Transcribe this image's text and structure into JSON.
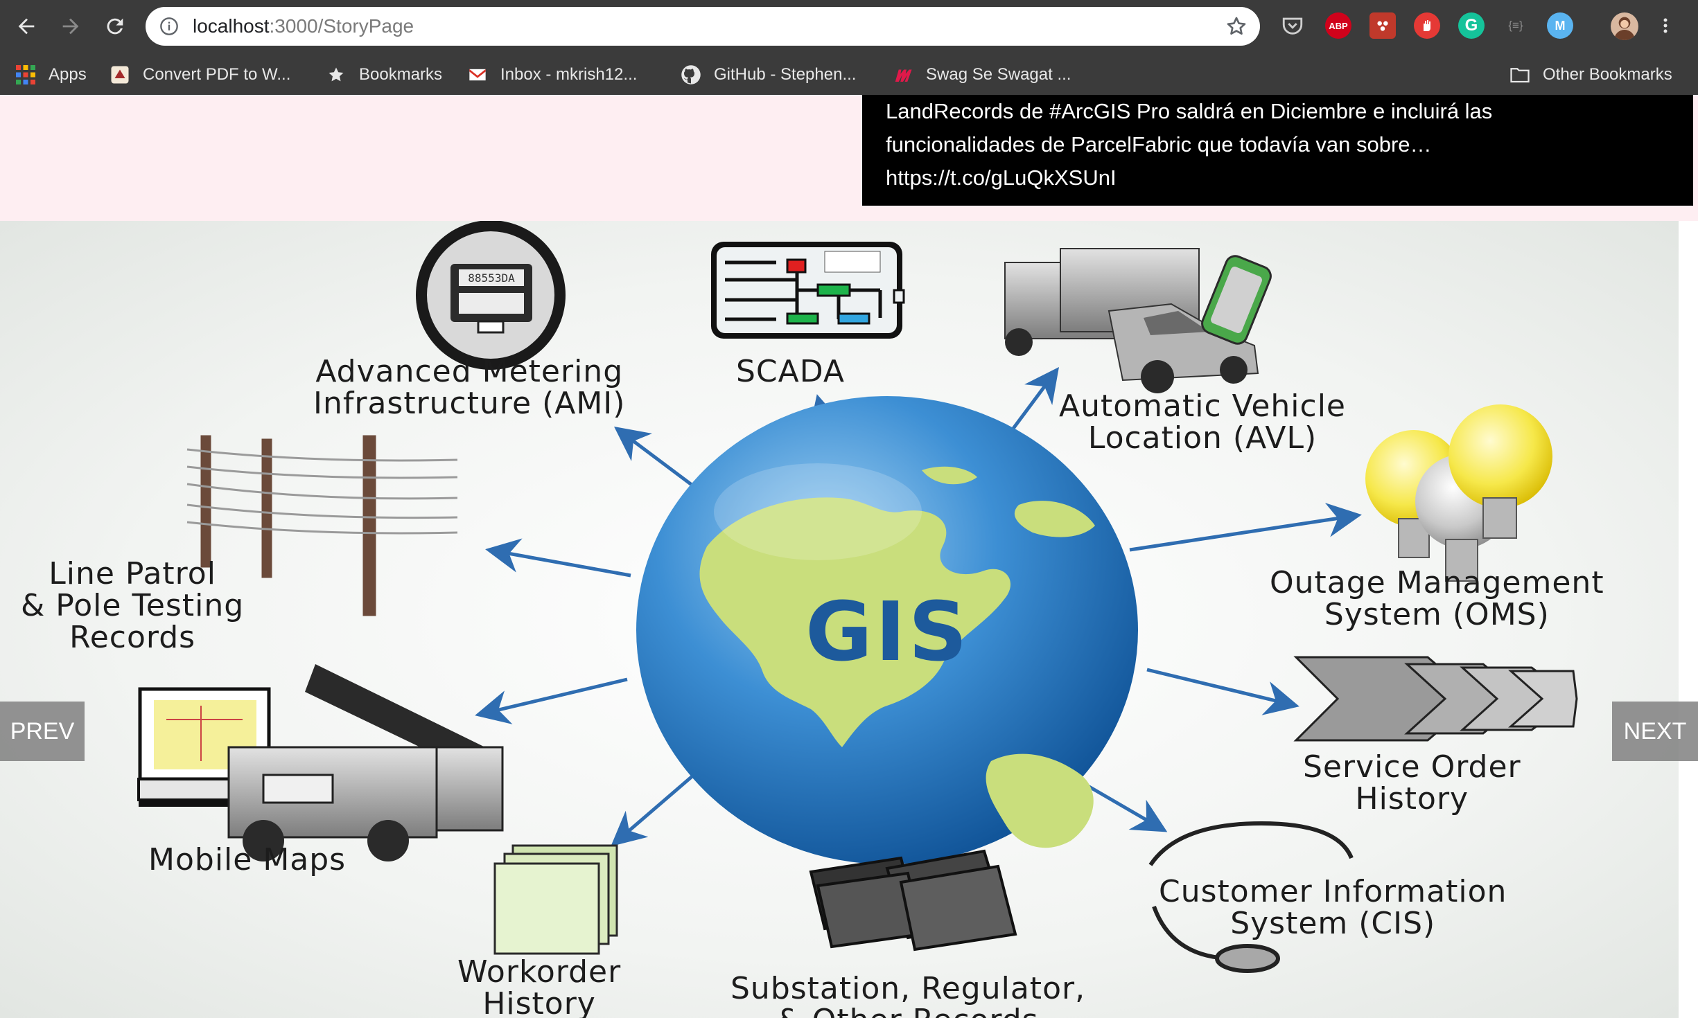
{
  "browser": {
    "url_host": "localhost",
    "url_path": ":3000/StoryPage",
    "bookmarks": [
      {
        "label": "Apps"
      },
      {
        "label": "Convert PDF to W..."
      },
      {
        "label": "Bookmarks"
      },
      {
        "label": "Inbox - mkrish12..."
      },
      {
        "label": "GitHub - Stephen..."
      },
      {
        "label": "Swag Se Swagat ..."
      }
    ],
    "other_bookmarks": "Other Bookmarks",
    "extensions": [
      "pocket-icon",
      "adblock-plus-icon",
      "extension-red-icon",
      "stop-hand-icon",
      "grammarly-icon",
      "json-viewer-icon",
      "extension-m-icon",
      "profile-avatar"
    ],
    "abp_text": "ABP",
    "grammarly_text": "G",
    "m_text": "M",
    "json_text": "{≡}"
  },
  "tweet": {
    "lines": [
      "LandRecords de #ArcGIS Pro saldrá en Diciembre e incluirá las",
      "funcionalidades de ParcelFabric que todavía van sobre…",
      "https://t.co/gLuQkXSUnI"
    ]
  },
  "diagram": {
    "center": "GIS",
    "meter_text": "88553DA",
    "labels": {
      "ami": [
        "Advanced Metering",
        "Infrastructure (AMI)"
      ],
      "scada": [
        "SCADA"
      ],
      "avl": [
        "Automatic Vehicle",
        "Location (AVL)"
      ],
      "line_patrol": [
        "Line Patrol",
        "& Pole Testing",
        "Records"
      ],
      "oms": [
        "Outage Management",
        "System (OMS)"
      ],
      "service_order": [
        "Service Order",
        "History"
      ],
      "mobile_maps": [
        "Mobile Maps"
      ],
      "cis": [
        "Customer Information",
        "System (CIS)"
      ],
      "workorder": [
        "Workorder",
        "History"
      ],
      "substation": [
        "Substation, Regulator,",
        "& Other Records"
      ]
    }
  },
  "controls": {
    "prev": "PREV",
    "next": "NEXT"
  },
  "colors": {
    "chrome": "#3b3b3b",
    "pink_band": "#feeef2",
    "arrow": "#2f6db1",
    "globe": "#2e7bc4",
    "land": "#c9de7c"
  }
}
